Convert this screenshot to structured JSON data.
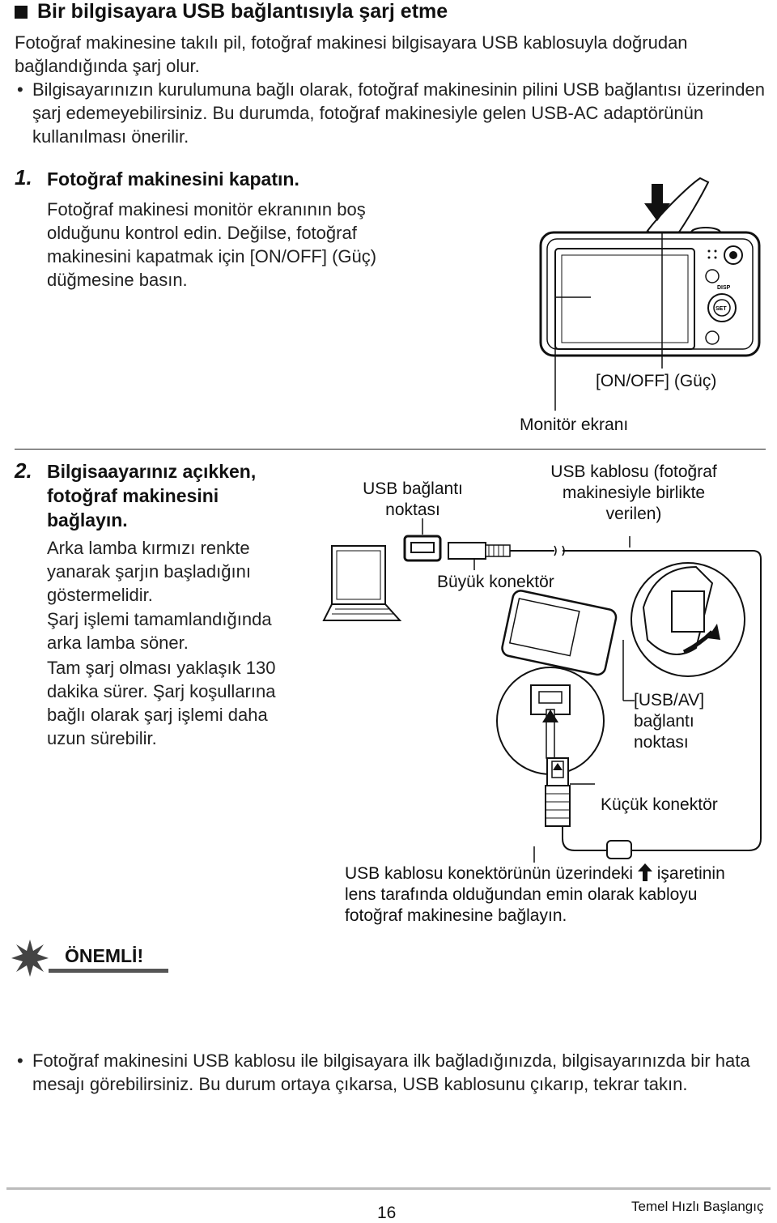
{
  "section": {
    "title": "Bir bilgisayara USB bağlantısıyla şarj etme",
    "intro": "Fotoğraf makinesine takılı pil, fotoğraf makinesi bilgisayara USB kablosuyla doğrudan bağlandığında şarj olur.",
    "bullet": "Bilgisayarınızın kurulumuna bağlı olarak, fotoğraf makinesinin pilini USB bağlantısı üzerinden şarj edemeyebilirsiniz. Bu durumda, fotoğraf makinesiyle gelen USB-AC adaptörünün kullanılması önerilir."
  },
  "step1": {
    "number": "1.",
    "title": "Fotoğraf makinesini kapatın.",
    "body": "Fotoğraf makinesi monitör ekranının boş olduğunu kontrol edin. Değilse, fotoğraf makinesini kapatmak için [ON/OFF] (Güç) düğmesine basın.",
    "labels": {
      "power": "[ON/OFF] (Güç)",
      "monitor": "Monitör ekranı"
    },
    "camera_labels": {
      "disp": "DISP",
      "set": "SET"
    }
  },
  "step2": {
    "number": "2.",
    "title": "Bilgisaayarınız açıkken, fotoğraf makinesini bağlayın.",
    "body1": "Arka lamba kırmızı renkte yanarak şarjın başladığını göstermelidir.",
    "body2": "Şarj işlemi tamamlandığında arka lamba söner.",
    "body3": "Tam şarj olması yaklaşık 130 dakika sürer. Şarj koşullarına bağlı olarak şarj işlemi daha uzun sürebilir.",
    "labels": {
      "usb_port": "USB bağlantı noktası",
      "usb_cable": "USB kablosu (fotoğraf makinesiyle birlikte verilen)",
      "big_connector": "Büyük konektör",
      "usbav_port": "[USB/AV] bağlantı noktası",
      "small_connector": "Küçük konektör",
      "note": "USB kablosu konektörünün üzerindeki",
      "note2": "işaretinin lens tarafında olduğundan emin olarak kabloyu fotoğraf makinesine bağlayın."
    }
  },
  "important": {
    "heading": "ÖNEMLİ!",
    "text": "Fotoğraf makinesini USB kablosu ile bilgisayara ilk bağladığınızda, bilgisayarınızda bir hata mesajı görebilirsiniz. Bu durum ortaya çıkarsa, USB kablosunu çıkarıp, tekrar takın."
  },
  "footer": {
    "page": "16",
    "section": "Temel Hızlı Başlangıç"
  },
  "icons": [
    "square-bullet-icon",
    "press-arrow-icon",
    "camera-back-illustration",
    "laptop-illustration",
    "camera-connection-illustration",
    "up-arrow-icon",
    "starburst-icon"
  ]
}
